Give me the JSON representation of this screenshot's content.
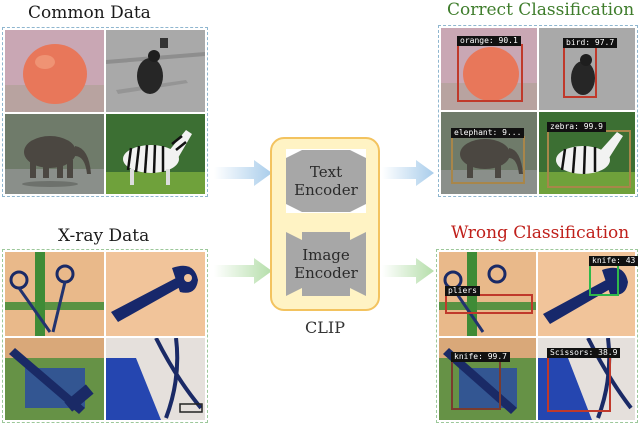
{
  "titles": {
    "common": "Common Data",
    "xray": "X-ray Data",
    "correct": "Correct Classification",
    "wrong": "Wrong Classification"
  },
  "clip": {
    "label": "CLIP",
    "text_encoder": "Text Encoder",
    "image_encoder": "Image Encoder"
  },
  "correct_detections": [
    {
      "label": "orange: 90.1",
      "color": "#c0392b"
    },
    {
      "label": "bird: 97.7",
      "color": "#c0392b"
    },
    {
      "label": "elephant: 9...",
      "color": "#a8864a"
    },
    {
      "label": "zebra: 99.9",
      "color": "#a8864a"
    }
  ],
  "wrong_detections": [
    {
      "label": "knife: 43",
      "color": "#2fb84a"
    },
    {
      "label": "pliers",
      "color": "#c0392b"
    },
    {
      "label": "knife: 99.7",
      "color": "#7a3b2e"
    },
    {
      "label": "Scissors: 38.9",
      "color": "#c0392b"
    }
  ],
  "colors": {
    "common_arrow": "#a9cdeb",
    "xray_arrow": "#b5deaa",
    "clip_border": "#f3c35f",
    "clip_fill": "#fff3c4",
    "encoder_fill": "#a7a7a7",
    "correct_title": "#3f7d2c",
    "wrong_title": "#c0201b"
  }
}
